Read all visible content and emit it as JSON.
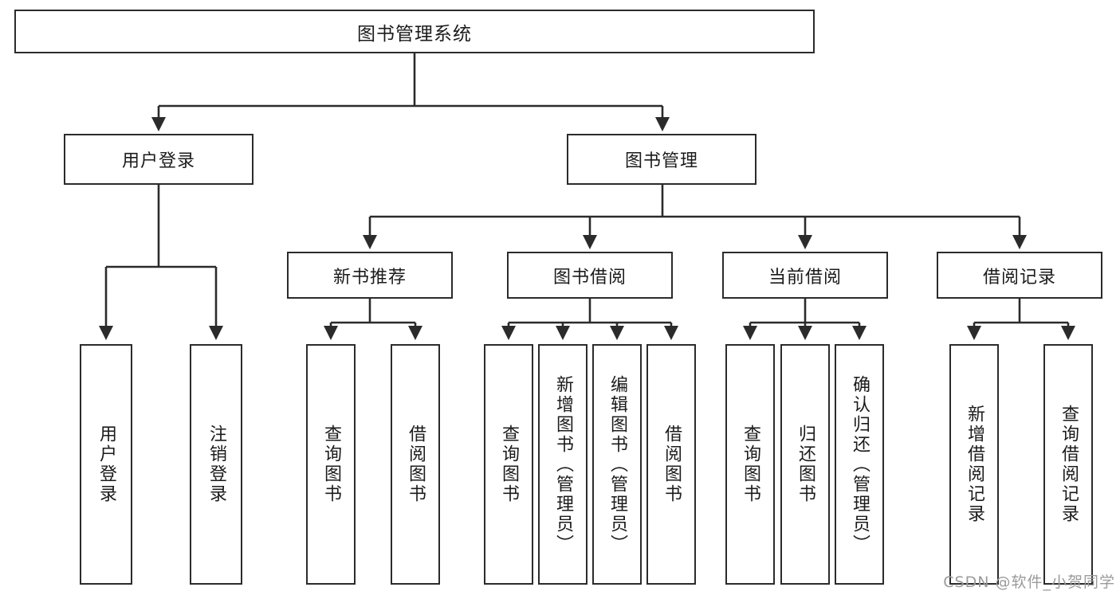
{
  "diagram": {
    "title": "图书管理系统",
    "type": "tree",
    "root": {
      "label": "图书管理系统"
    },
    "level2": [
      {
        "label": "用户登录"
      },
      {
        "label": "图书管理"
      }
    ],
    "level3": [
      {
        "label": "新书推荐"
      },
      {
        "label": "图书借阅"
      },
      {
        "label": "当前借阅"
      },
      {
        "label": "借阅记录"
      }
    ],
    "leaves": {
      "user_login": [
        {
          "label": "用户登录"
        },
        {
          "label": "注销登录"
        }
      ],
      "new_book_recommend": [
        {
          "label": "查询图书"
        },
        {
          "label": "借阅图书"
        }
      ],
      "book_borrow": [
        {
          "label": "查询图书"
        },
        {
          "label": "新增图书（管理员）"
        },
        {
          "label": "编辑图书（管理员）"
        },
        {
          "label": "借阅图书"
        }
      ],
      "current_borrow": [
        {
          "label": "查询图书"
        },
        {
          "label": "归还图书"
        },
        {
          "label": "确认归还（管理员）"
        }
      ],
      "borrow_record": [
        {
          "label": "新增借阅记录"
        },
        {
          "label": "查询借阅记录"
        }
      ]
    }
  },
  "watermark": {
    "text": "CSDN @软件_小贺同学"
  },
  "colors": {
    "stroke": "#2b2b2b",
    "fill": "#ffffff",
    "text": "#1b1b1b",
    "watermark": "#9b9b9b"
  }
}
